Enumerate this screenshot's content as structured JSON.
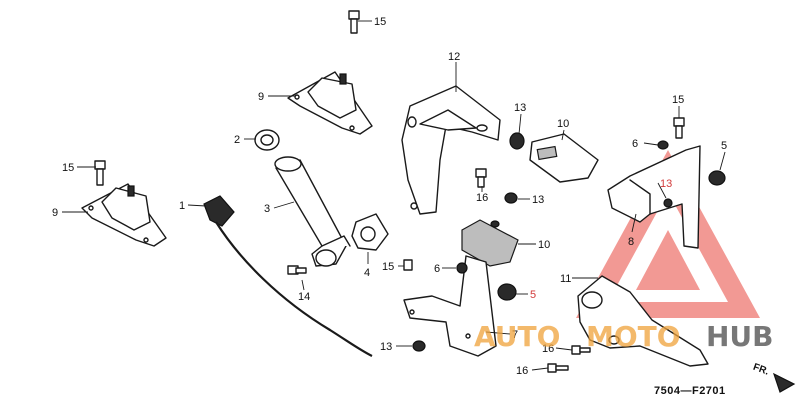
{
  "diagram": {
    "callouts": {
      "c15_top": "15",
      "c12": "12",
      "c9_top": "9",
      "c2": "2",
      "c13_a": "13",
      "c10_top": "10",
      "c15_right": "15",
      "c6_right": "6",
      "c5_right": "5",
      "c13_right_red": "13",
      "c15_left": "15",
      "c9_left": "9",
      "c1": "1",
      "c3": "3",
      "c16_mid": "16",
      "c13_b": "13",
      "c8": "8",
      "c4": "4",
      "c10_mid": "10",
      "c15_mid": "15",
      "c6_mid": "6",
      "c14": "14",
      "c11": "11",
      "c5_mid_red": "5",
      "c7": "7",
      "c13_bottom": "13",
      "c16_bl": "16",
      "c16_bottom": "16"
    },
    "diagram_code": "7504—F2701",
    "direction_label": "FR."
  },
  "watermark": {
    "text_orange": "AUTO",
    "text_orange_2": "MOTO",
    "text_dark": "HUB",
    "colors": {
      "red": "#e8453c",
      "orange": "#f0a23a",
      "dark": "#4a4a4a"
    }
  }
}
